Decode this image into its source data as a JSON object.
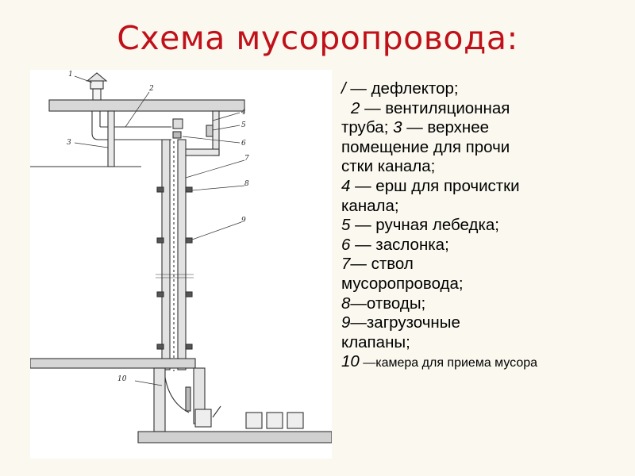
{
  "title": "Схема мусоропровода:",
  "legend": [
    {
      "num": "/",
      "text": " — дефлектор;"
    },
    {
      "num": "2",
      "text": " — вентиляционная"
    },
    {
      "num": "",
      "text": "труба; "
    },
    {
      "num": "3",
      "text": " — верхнее"
    },
    {
      "num": "",
      "text": "помещение для прочи"
    },
    {
      "num": "",
      "text": "стки канала;"
    },
    {
      "num": "4",
      "text": " — ерш для прочистки"
    },
    {
      "num": "",
      "text": "канала;"
    },
    {
      "num": "5",
      "text": " — ручная лебедка;"
    },
    {
      "num": "6",
      "text": " — заслонка;"
    },
    {
      "num": "7",
      "text": "— ствол"
    },
    {
      "num": "",
      "text": "мусоропровода;"
    },
    {
      "num": "8",
      "text": "—отводы;"
    },
    {
      "num": "9",
      "text": "—загрузочные"
    },
    {
      "num": "",
      "text": "клапаны;"
    },
    {
      "num": "10",
      "text": " —камера для приема мусора"
    }
  ],
  "figure_labels": [
    "1",
    "2",
    "3",
    "4",
    "5",
    "6",
    "7",
    "8",
    "9",
    "10"
  ]
}
